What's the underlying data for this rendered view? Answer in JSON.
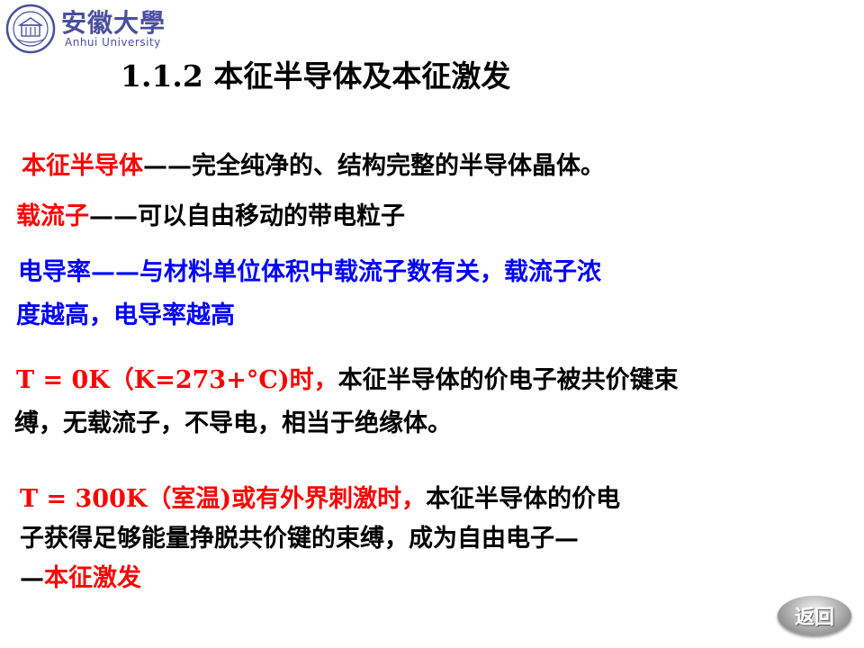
{
  "header": {
    "university_cn": "安徽大學",
    "university_en": "Anhui University"
  },
  "title": "1.1.2  本征半导体及本征激发",
  "lines": {
    "l1_term": "本征半导体",
    "l1_rest": "——完全纯净的、结构完整的半导体晶体。",
    "l2_term": "载流子",
    "l2_rest": "——可以自由移动的带电粒子",
    "l3": "电导率——与材料单位体积中载流子数有关，载流子浓",
    "l4": "度越高，电导率越高",
    "l5_cond": " T = 0K（K=273+°C)时，",
    "l5_rest": "本征半导体的价电子被共价键束",
    "l6": "缚，无载流子，不导电，相当于绝缘体。",
    "l7_cond": " T = 300K（室温)或有外界刺激时，",
    "l7_rest": "本征半导体的价电",
    "l8": "子获得足够能量挣脱共价键的束缚，成为自由电子—",
    "l9_dash": "—",
    "l9_term": "本征激发"
  },
  "nav": {
    "back_label": "返回"
  },
  "colors": {
    "emphasis_red": "#ff0000",
    "emphasis_blue": "#0000ff",
    "logo_blue": "#4a4f9c"
  }
}
